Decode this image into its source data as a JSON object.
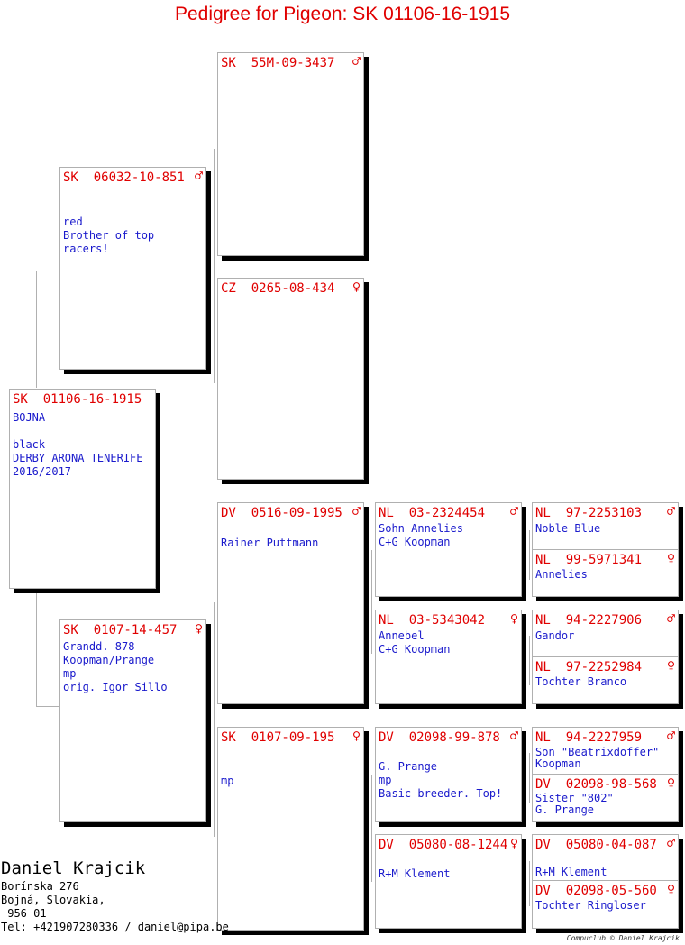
{
  "title": "Pedigree for Pigeon: SK  01106-16-1915",
  "pigeons": {
    "subject": {
      "id": "SK  01106-16-1915",
      "sex": "",
      "notes": "BOJNA\n\nblack\nDERBY ARONA TENERIFE\n2016/2017"
    },
    "sire": {
      "id": "SK  06032-10-851",
      "sex": "♂",
      "notes": "red\nBrother of top\nracers!"
    },
    "dam": {
      "id": "SK  0107-14-457",
      "sex": "♀",
      "notes": "Grandd. 878\nKoopman/Prange\nmp\norig. Igor Sillo"
    },
    "ss": {
      "id": "SK  55M-09-3437",
      "sex": "♂",
      "notes": ""
    },
    "sd": {
      "id": "CZ  0265-08-434",
      "sex": "♀",
      "notes": ""
    },
    "ds": {
      "id": "DV  0516-09-1995",
      "sex": "♂",
      "notes": "Rainer Puttmann"
    },
    "dd": {
      "id": "SK  0107-09-195",
      "sex": "♀",
      "notes": "mp"
    },
    "dss": {
      "id": "NL  03-2324454",
      "sex": "♂",
      "notes": "Sohn Annelies\nC+G Koopman"
    },
    "dsd": {
      "id": "NL  03-5343042",
      "sex": "♀",
      "notes": "Annebel\nC+G Koopman"
    },
    "dds": {
      "id": "DV  02098-99-878",
      "sex": "♂",
      "notes": "G. Prange\nmp\nBasic breeder. Top!"
    },
    "ddd": {
      "id": "DV  05080-08-1244",
      "sex": "♀",
      "notes": "R+M Klement"
    },
    "dsss": {
      "id": "NL  97-2253103",
      "sex": "♂",
      "notes": "Noble Blue"
    },
    "dssd": {
      "id": "NL  99-5971341",
      "sex": "♀",
      "notes": "Annelies"
    },
    "dsds": {
      "id": "NL  94-2227906",
      "sex": "♂",
      "notes": "Gandor"
    },
    "dsdd": {
      "id": "NL  97-2252984",
      "sex": "♀",
      "notes": "Tochter Branco"
    },
    "ddss": {
      "id": "NL  94-2227959",
      "sex": "♂",
      "notes": "Son \"Beatrixdoffer\"\nKoopman"
    },
    "ddsd": {
      "id": "DV  02098-98-568",
      "sex": "♀",
      "notes": "Sister \"802\"\nG. Prange"
    },
    "ddds": {
      "id": "DV  05080-04-087",
      "sex": "♂",
      "notes": "R+M Klement"
    },
    "dddd": {
      "id": "DV  02098-05-560",
      "sex": "♀",
      "notes": "Tochter Ringloser"
    }
  },
  "owner": {
    "name": "Daniel Krajcik",
    "street": "Borínska 276",
    "city": "Bojná, Slovakia,",
    "zip": " 956 01",
    "contact": "Tel: +421907280336 / daniel@pipa.be"
  },
  "credit": "Compuclub © Daniel Krajcik"
}
